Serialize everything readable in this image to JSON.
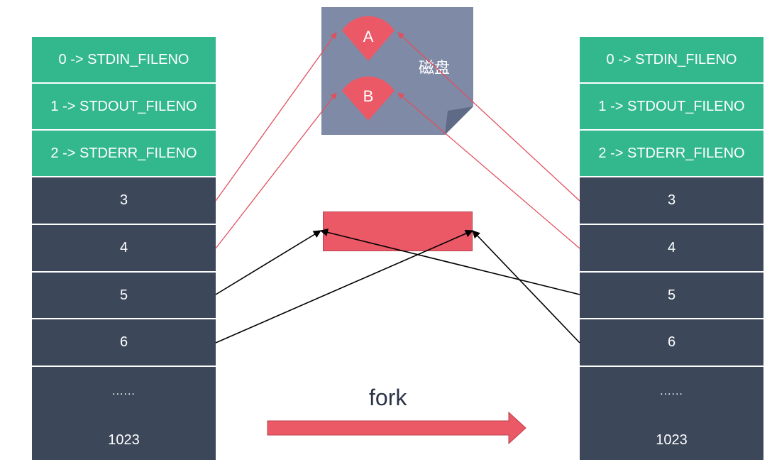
{
  "left_table": {
    "rows": [
      "0 -> STDIN_FILENO",
      "1 -> STDOUT_FILENO",
      "2 -> STDERR_FILENO",
      "3",
      "4",
      "5",
      "6"
    ],
    "ellipsis": "......",
    "last": "1023"
  },
  "right_table": {
    "rows": [
      "0 -> STDIN_FILENO",
      "1 -> STDOUT_FILENO",
      "2 -> STDERR_FILENO",
      "3",
      "4",
      "5",
      "6"
    ],
    "ellipsis": "......",
    "last": "1023"
  },
  "disk": {
    "label": "磁盘",
    "sector_a": "A",
    "sector_b": "B"
  },
  "fork_label": "fork",
  "colors": {
    "green": "#33b88e",
    "dark": "#3c475a",
    "red": "#eb5967",
    "disk": "#7f8aa7"
  }
}
